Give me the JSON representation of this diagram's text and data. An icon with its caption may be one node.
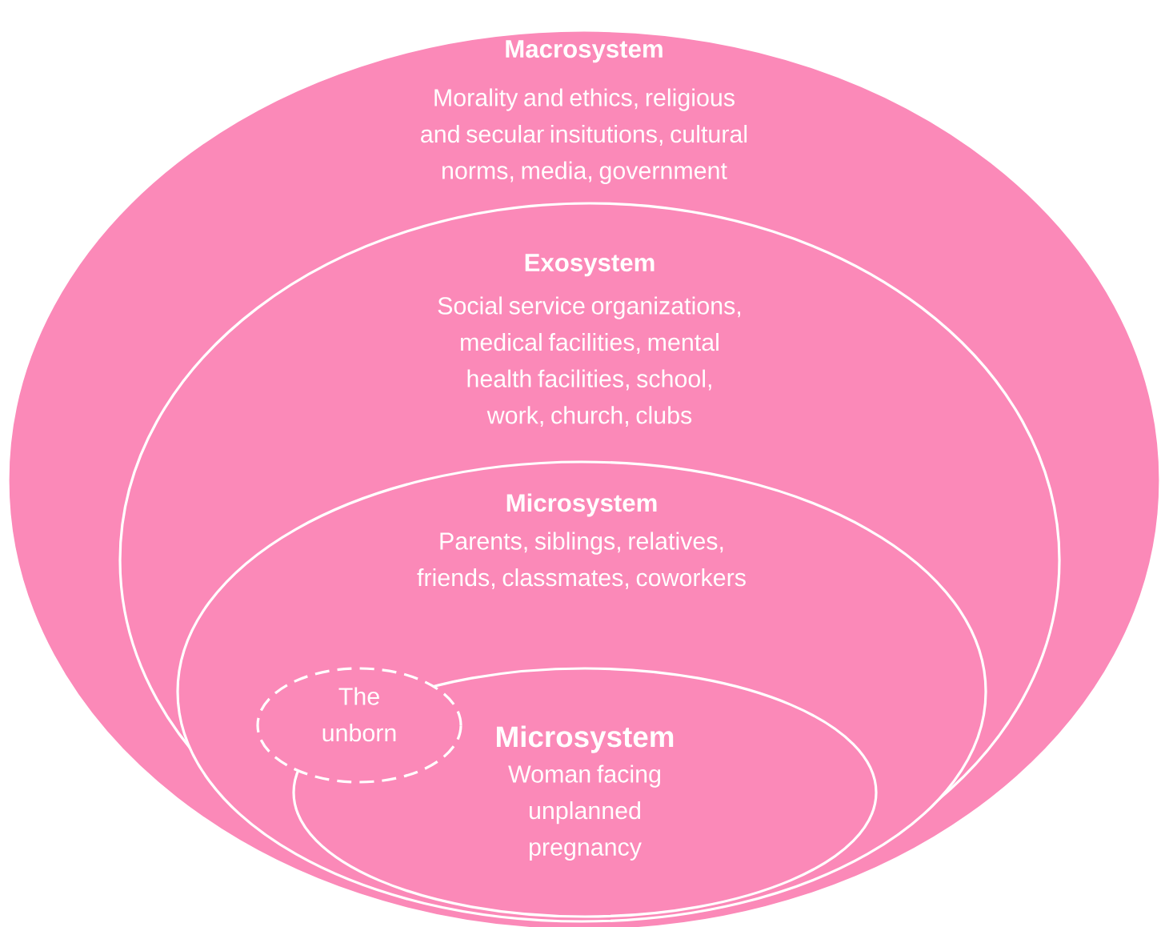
{
  "diagram": {
    "nodes": [
      {
        "text": [
          "Macrosystem",
          "Morality and ethics, religious and secular insitutions, cultural norms, media, government"
        ]
      },
      {
        "text": [
          "Exosystem",
          "Social service organizations, medical facilities, mental health facilities, school, work, church, clubs"
        ],
        "in": 0
      },
      {
        "text": [
          "Microsystem",
          "Parents, siblings, relatives, friends, classmates, coworkers"
        ],
        "in": 1
      },
      {
        "text": [
          "Microsystem",
          "Woman facing unplanned pregnancy"
        ],
        "in": 2
      },
      {
        "text": [
          "The unborn"
        ],
        "in": 2
      }
    ]
  }
}
